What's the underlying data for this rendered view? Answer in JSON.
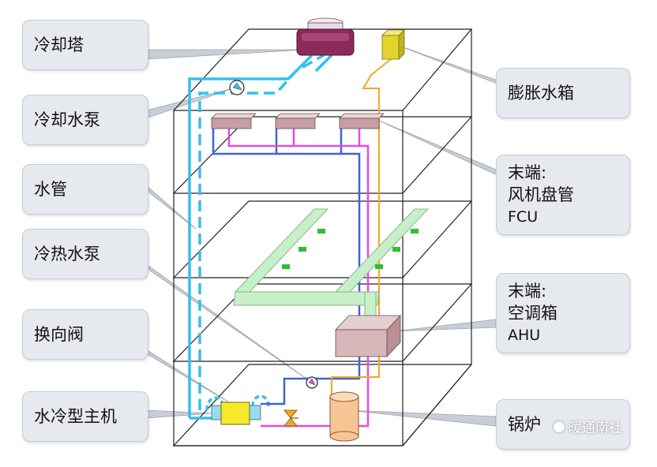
{
  "labels": {
    "cooling_tower": "冷却塔",
    "cooling_pump": "冷却水泵",
    "water_pipe": "水管",
    "hot_cold_pump": "冷热水泵",
    "reversing_valve": "换向阀",
    "water_chiller": "水冷型主机",
    "expansion_tank": "膨胀水箱",
    "fcu_line1": "末端:",
    "fcu_line2": "风机盘管",
    "fcu_line3": "FCU",
    "ahu_line1": "末端:",
    "ahu_line2": "空调箱",
    "ahu_line3": "AHU",
    "boiler": "锅炉"
  },
  "watermark": {
    "text": "暖通南社",
    "icon": "wechat-icon"
  },
  "colors": {
    "cooling_water": "#33c0e8",
    "chilled_supply": "#3f63d8",
    "chilled_return": "#e84be0",
    "hot_water": "#f5a623",
    "label_bg": "#e6eaef",
    "building_line": "#222222"
  }
}
